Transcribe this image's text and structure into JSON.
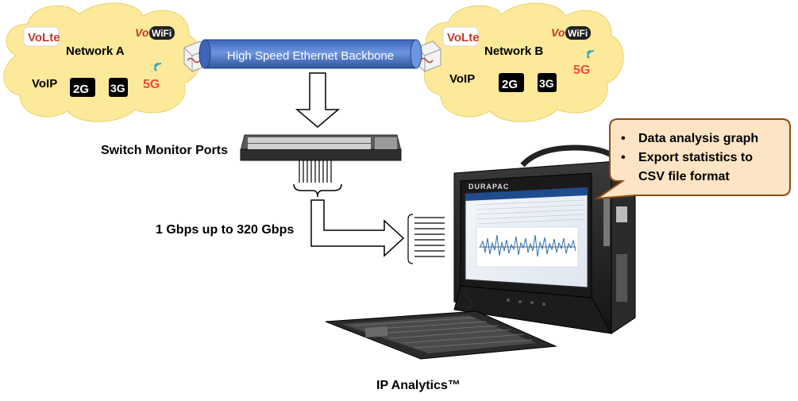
{
  "networks": [
    {
      "name": "Network A",
      "volte": "VoLte",
      "vowifi_vo": "Vo",
      "vowifi_wifi": "WiFi",
      "voip": "VoIP",
      "g2": "2G",
      "g3": "3G",
      "g5": "5G"
    },
    {
      "name": "Network B",
      "volte": "VoLte",
      "vowifi_vo": "Vo",
      "vowifi_wifi": "WiFi",
      "voip": "VoIP",
      "g2": "2G",
      "g3": "3G",
      "g5": "5G"
    }
  ],
  "backbone": {
    "label": "High Speed Ethernet Backbone"
  },
  "switch": {
    "label": "Switch Monitor Ports"
  },
  "bandwidth": {
    "label": "1 Gbps up to 320 Gbps"
  },
  "callout": {
    "items": [
      "Data analysis graph",
      "Export statistics to",
      "CSV file format"
    ],
    "bullet": "•"
  },
  "device": {
    "brand": "DURAPAC",
    "caption": "IP Analytics™"
  },
  "colors": {
    "cloud": "#fde99a",
    "pipe": "#4a74c9",
    "callout_fill": "#fde4c4",
    "callout_stroke": "#8a4d14",
    "g5": "#e94e3c",
    "volte_red": "#c0392b",
    "wifi_red": "#c0392b"
  }
}
